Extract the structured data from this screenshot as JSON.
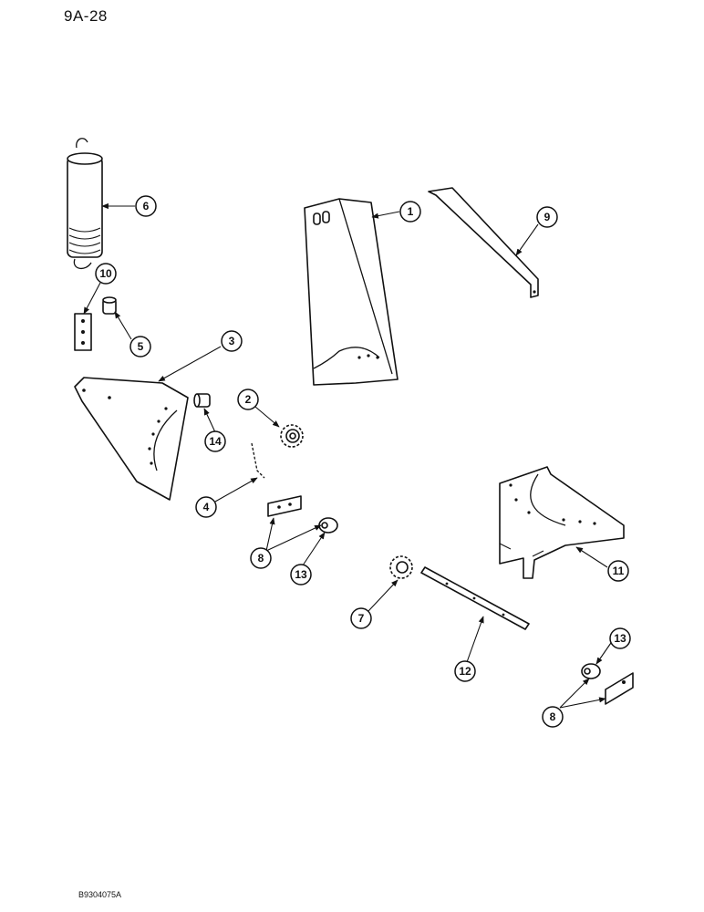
{
  "header": {
    "page_number": "9A-28"
  },
  "footer": {
    "figure_code": "B9304075A"
  },
  "callouts": [
    {
      "id": "c1",
      "label": "1"
    },
    {
      "id": "c2",
      "label": "2"
    },
    {
      "id": "c3",
      "label": "3"
    },
    {
      "id": "c4",
      "label": "4"
    },
    {
      "id": "c5",
      "label": "5"
    },
    {
      "id": "c6",
      "label": "6"
    },
    {
      "id": "c7",
      "label": "7"
    },
    {
      "id": "c8a",
      "label": "8"
    },
    {
      "id": "c8b",
      "label": "8"
    },
    {
      "id": "c9",
      "label": "9"
    },
    {
      "id": "c10",
      "label": "10"
    },
    {
      "id": "c11",
      "label": "11"
    },
    {
      "id": "c12",
      "label": "12"
    },
    {
      "id": "c13a",
      "label": "13"
    },
    {
      "id": "c13b",
      "label": "13"
    },
    {
      "id": "c14",
      "label": "14"
    }
  ]
}
